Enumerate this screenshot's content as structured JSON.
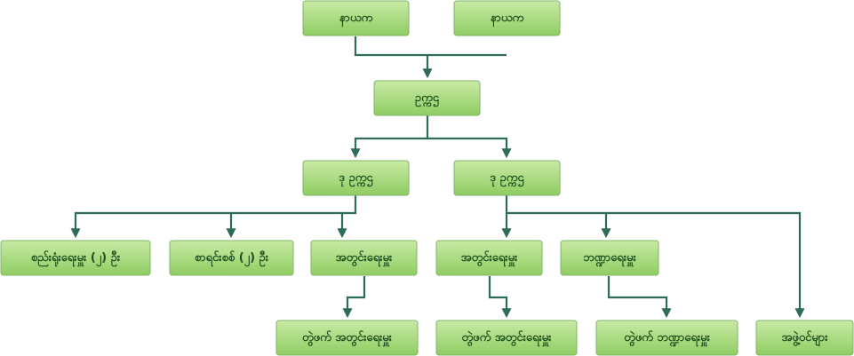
{
  "diagram": {
    "type": "organization-chart",
    "colors": {
      "box_top": "#c9eaa5",
      "box_bottom": "#8fcd62",
      "border": "#7fb46a",
      "text": "#1e4f1e",
      "connector": "#2e6b5a"
    },
    "nodes": [
      {
        "id": "n1",
        "label": "နာယက"
      },
      {
        "id": "n2",
        "label": "နာယက"
      },
      {
        "id": "n3",
        "label": "ဥက္ကဌ"
      },
      {
        "id": "n4",
        "label": "ဒု ဥက္ကဌ"
      },
      {
        "id": "n5",
        "label": "ဒု ဥက္ကဌ"
      },
      {
        "id": "n6",
        "label": "စည်းရုံးရေးမှူး (၂) ဦး"
      },
      {
        "id": "n7",
        "label": "စာရင်းစစ် (၂) ဦး"
      },
      {
        "id": "n8",
        "label": "အတွင်းရေးမှူး"
      },
      {
        "id": "n9",
        "label": "အတွင်းရေးမှူး"
      },
      {
        "id": "n10",
        "label": "ဘဏ္ဍာရေးမှူး"
      },
      {
        "id": "n11",
        "label": "တွဲဖက် အတွင်းရေးမှူး"
      },
      {
        "id": "n12",
        "label": "တွဲဖက် အတွင်းရေးမှူး"
      },
      {
        "id": "n13",
        "label": "တွဲဖက် ဘဏ္ဍာရေးမှူး"
      },
      {
        "id": "n14",
        "label": "အဖွဲ့ဝင်များ"
      }
    ],
    "edges": [
      [
        "n1",
        "n3"
      ],
      [
        "n2",
        "n3"
      ],
      [
        "n3",
        "n4"
      ],
      [
        "n3",
        "n5"
      ],
      [
        "n4",
        "n6"
      ],
      [
        "n4",
        "n7"
      ],
      [
        "n4",
        "n8"
      ],
      [
        "n5",
        "n9"
      ],
      [
        "n5",
        "n10"
      ],
      [
        "n5",
        "n14"
      ],
      [
        "n8",
        "n11"
      ],
      [
        "n9",
        "n12"
      ],
      [
        "n10",
        "n13"
      ]
    ]
  }
}
